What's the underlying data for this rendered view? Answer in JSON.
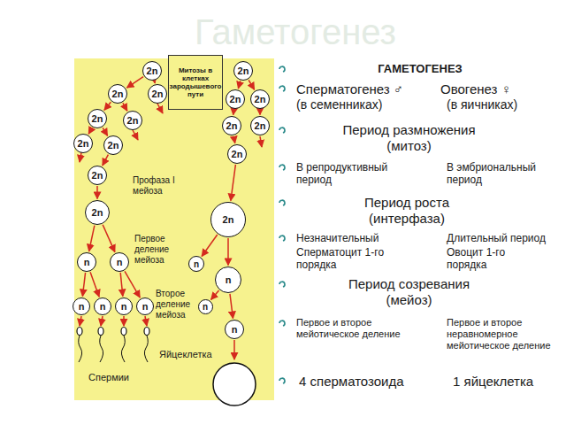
{
  "diagram": {
    "title": "Гаметогенез",
    "nodes": [
      {
        "text": [
          "Митозы в клетках зародышевого пути"
        ]
      },
      {
        "text": [
          "2n"
        ]
      },
      {
        "text": [
          "2n"
        ]
      },
      {
        "text": [
          "2n"
        ]
      },
      {
        "text": [
          "2n"
        ]
      },
      {
        "text": [
          "2n"
        ]
      },
      {
        "text": [
          "2n"
        ]
      },
      {
        "text": [
          "2n"
        ]
      },
      {
        "text": [
          "2n"
        ]
      },
      {
        "text": [
          "2n"
        ]
      },
      {
        "text": [
          "n"
        ]
      },
      {
        "text": [
          "n"
        ]
      },
      {
        "text": [
          "n"
        ]
      },
      {
        "text": [
          "n"
        ]
      },
      {
        "text": [
          "n"
        ]
      },
      {
        "text": [
          "n"
        ]
      },
      {
        "text": [
          "2n"
        ]
      },
      {
        "text": [
          "2n"
        ]
      },
      {
        "text": [
          "2n"
        ]
      },
      {
        "text": [
          "2n"
        ]
      },
      {
        "text": [
          "2n"
        ]
      },
      {
        "text": [
          "2n"
        ]
      },
      {
        "text": [
          "2n"
        ]
      },
      {
        "text": [
          "n"
        ]
      },
      {
        "text": [
          "n"
        ]
      },
      {
        "text": [
          "n"
        ]
      },
      {
        "text": [
          "n"
        ]
      }
    ],
    "edges": [
      {
        "from": 1,
        "to": 2,
        "arrow": "to"
      },
      {
        "from": 1,
        "to": 3,
        "arrow": "to"
      },
      {
        "from": 2,
        "to": 4,
        "arrow": "to"
      },
      {
        "from": 2,
        "to": 5,
        "arrow": "to"
      },
      {
        "from": 4,
        "to": 6,
        "arrow": "to"
      },
      {
        "from": 4,
        "to": 7,
        "arrow": "to"
      },
      {
        "from": 7,
        "to": 8,
        "arrow": "to"
      },
      {
        "from": 8,
        "to": 9,
        "arrow": "to"
      },
      {
        "from": 9,
        "to": 10,
        "arrow": "to"
      },
      {
        "from": 9,
        "to": 11,
        "arrow": "to"
      },
      {
        "from": 10,
        "to": 12,
        "arrow": "to"
      },
      {
        "from": 10,
        "to": 13,
        "arrow": "to"
      },
      {
        "from": 11,
        "to": 14,
        "arrow": "to"
      },
      {
        "from": 11,
        "to": 15,
        "arrow": "to"
      },
      {
        "from": 16,
        "to": 17,
        "arrow": "to"
      },
      {
        "from": 16,
        "to": 18,
        "arrow": "to"
      },
      {
        "from": 17,
        "to": 19,
        "arrow": "to"
      },
      {
        "from": 18,
        "to": 20,
        "arrow": "to"
      },
      {
        "from": 19,
        "to": 21,
        "arrow": "to"
      },
      {
        "from": 21,
        "to": 22,
        "arrow": "to"
      },
      {
        "from": 22,
        "to": 23,
        "arrow": "to"
      },
      {
        "from": 22,
        "to": 24,
        "arrow": "to"
      },
      {
        "from": 23,
        "to": 25,
        "arrow": "to"
      },
      {
        "from": 23,
        "to": 26,
        "arrow": "to"
      }
    ],
    "labels": [
      "Профаза I мейоза",
      "Первое деление мейоза",
      "Второе деление мейоза",
      "Спермии",
      "Яйцеклетка",
      "ГАМЕТОГЕНЕЗ",
      "Сперматогенез ♂",
      "Овогенез ♀",
      "(в семенниках)",
      "(в яичниках)",
      "Период размножения (митоз)",
      "В репродуктивный период",
      "В эмбриональный период",
      "Период роста (интерфаза)",
      "Незначительный",
      "Длительный период",
      "Сперматоцит 1-го порядка",
      "Овоцит 1-го порядка",
      "Период созревания (мейоз)",
      "Первое и второе мейотическое деление",
      "Первое и второе неравномерное мейотическое деление",
      "4 сперматозоида",
      "1 яйцеклетка"
    ]
  }
}
